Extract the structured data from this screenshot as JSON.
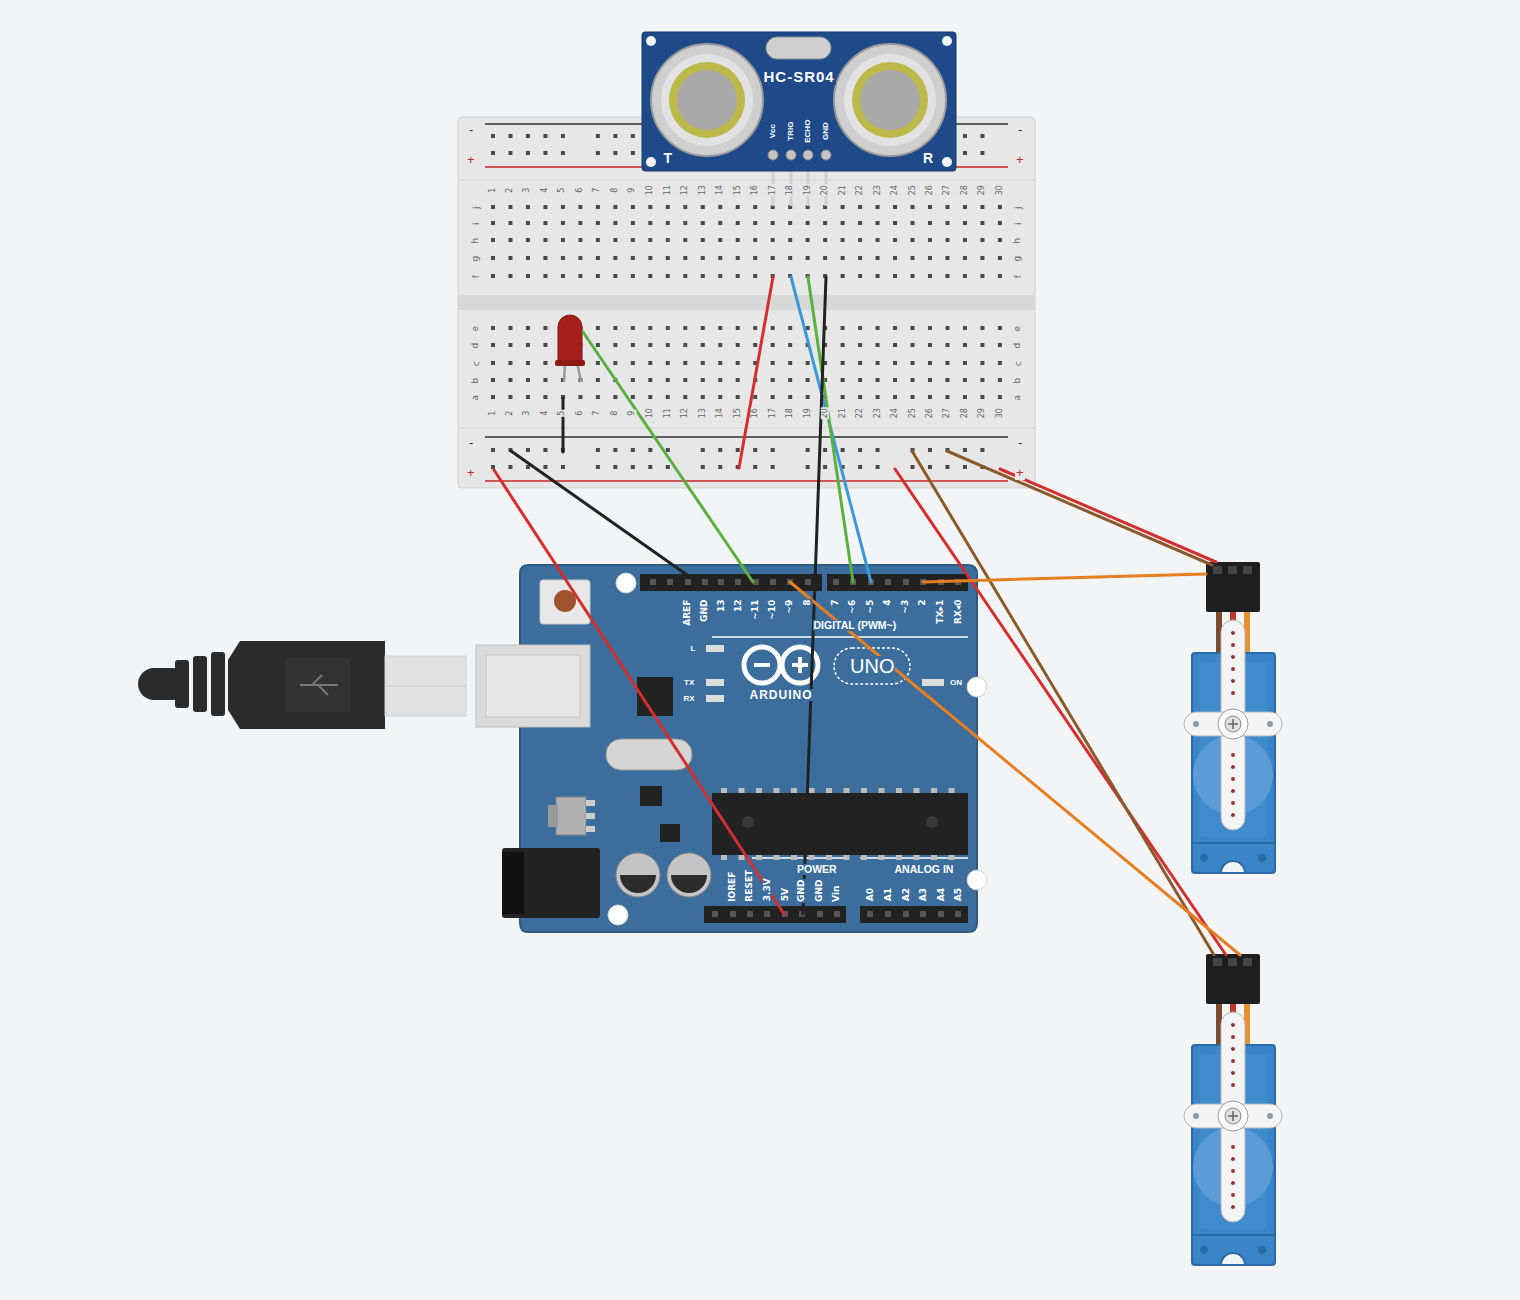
{
  "diagram": {
    "labels": [
      "HC-SR04",
      "Vcc",
      "TRIG",
      "ECHO",
      "GND",
      "T",
      "R",
      "-",
      "+",
      "-",
      "+",
      "1",
      "2",
      "3",
      "4",
      "5",
      "6",
      "7",
      "8",
      "9",
      "10",
      "11",
      "12",
      "13",
      "14",
      "15",
      "16",
      "17",
      "18",
      "19",
      "20",
      "21",
      "22",
      "23",
      "24",
      "25",
      "26",
      "27",
      "28",
      "29",
      "30",
      "j",
      "i",
      "h",
      "g",
      "f",
      "j",
      "i",
      "h",
      "g",
      "f",
      "e",
      "d",
      "c",
      "b",
      "a",
      "e",
      "d",
      "c",
      "b",
      "a",
      "1",
      "2",
      "3",
      "4",
      "5",
      "6",
      "7",
      "8",
      "9",
      "10",
      "11",
      "12",
      "13",
      "14",
      "15",
      "16",
      "17",
      "18",
      "19",
      "20",
      "21",
      "22",
      "23",
      "24",
      "25",
      "26",
      "27",
      "28",
      "29",
      "30",
      "-",
      "+",
      "-",
      "+",
      "AREF",
      "GND",
      "13",
      "12",
      "~11",
      "~10",
      "~9",
      "8",
      "7",
      "~6",
      "~5",
      "4",
      "~3",
      "2",
      "TX▸1",
      "RX◂0",
      "DIGITAL (PWM~)",
      "L",
      "TX",
      "RX",
      "ARDUINO",
      "UNO",
      "ON",
      "IOREF",
      "RESET",
      "3.3V",
      "5V",
      "GND",
      "GND",
      "Vin",
      "POWER",
      "ANALOG IN",
      "A0",
      "A1",
      "A2",
      "A3",
      "A4",
      "A5"
    ]
  }
}
